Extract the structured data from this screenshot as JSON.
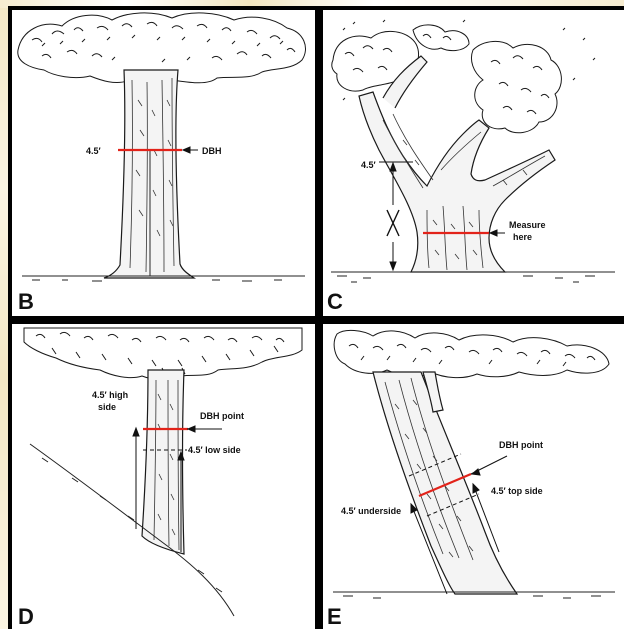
{
  "colors": {
    "measure_line": "#e2231a",
    "frame": "#000000",
    "ink": "#111111",
    "watermark": "#d9b44a"
  },
  "panels": {
    "B": {
      "label": "B",
      "height_label": "4.5′",
      "dbh_label": "DBH"
    },
    "C": {
      "label": "C",
      "height_label": "4.5′",
      "measure_line1": "Measure",
      "measure_line2": "here"
    },
    "D": {
      "label": "D",
      "high_line1": "4.5′ high",
      "high_line2": "side",
      "dbh_label": "DBH point",
      "low_label": "4.5′ low side"
    },
    "E": {
      "label": "E",
      "dbh_label": "DBH point",
      "top_label": "4.5′ top side",
      "under_label": "4.5′ underside"
    }
  }
}
